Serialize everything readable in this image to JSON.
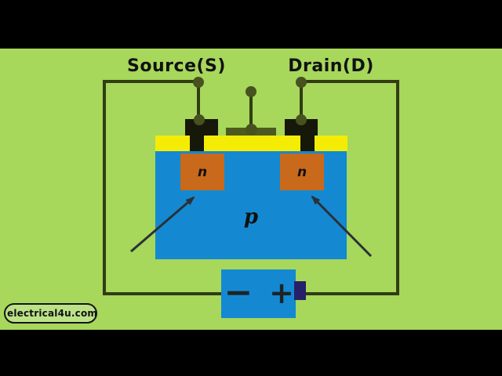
{
  "colors": {
    "letterbox": "#000000",
    "bg-green": "#a7d75b",
    "substrate-blue": "#1489d2",
    "n-orange": "#c8691b",
    "oxide-yellow": "#f5ec06",
    "wire-olive": "#313d15",
    "node-olive": "#47521f",
    "contact-dark": "#16180a",
    "gate-olive": "#4d5a1f",
    "terminal-indigo": "#262069",
    "arrow-dark": "#2a3138",
    "battery-blue": "#1489d2",
    "battery-symbol": "#1d2326",
    "logo-bg": "#bce287",
    "logo-border": "#151515",
    "logo-text": "#111111"
  },
  "diagram": {
    "source_label": "Source(S)",
    "drain_label": "Drain(D)",
    "p_label": "p",
    "n_left_label": "n",
    "n_right_label": "n"
  },
  "battery": {
    "minus": "−",
    "plus": "+"
  },
  "watermark": {
    "text": "electrical4u.com"
  }
}
